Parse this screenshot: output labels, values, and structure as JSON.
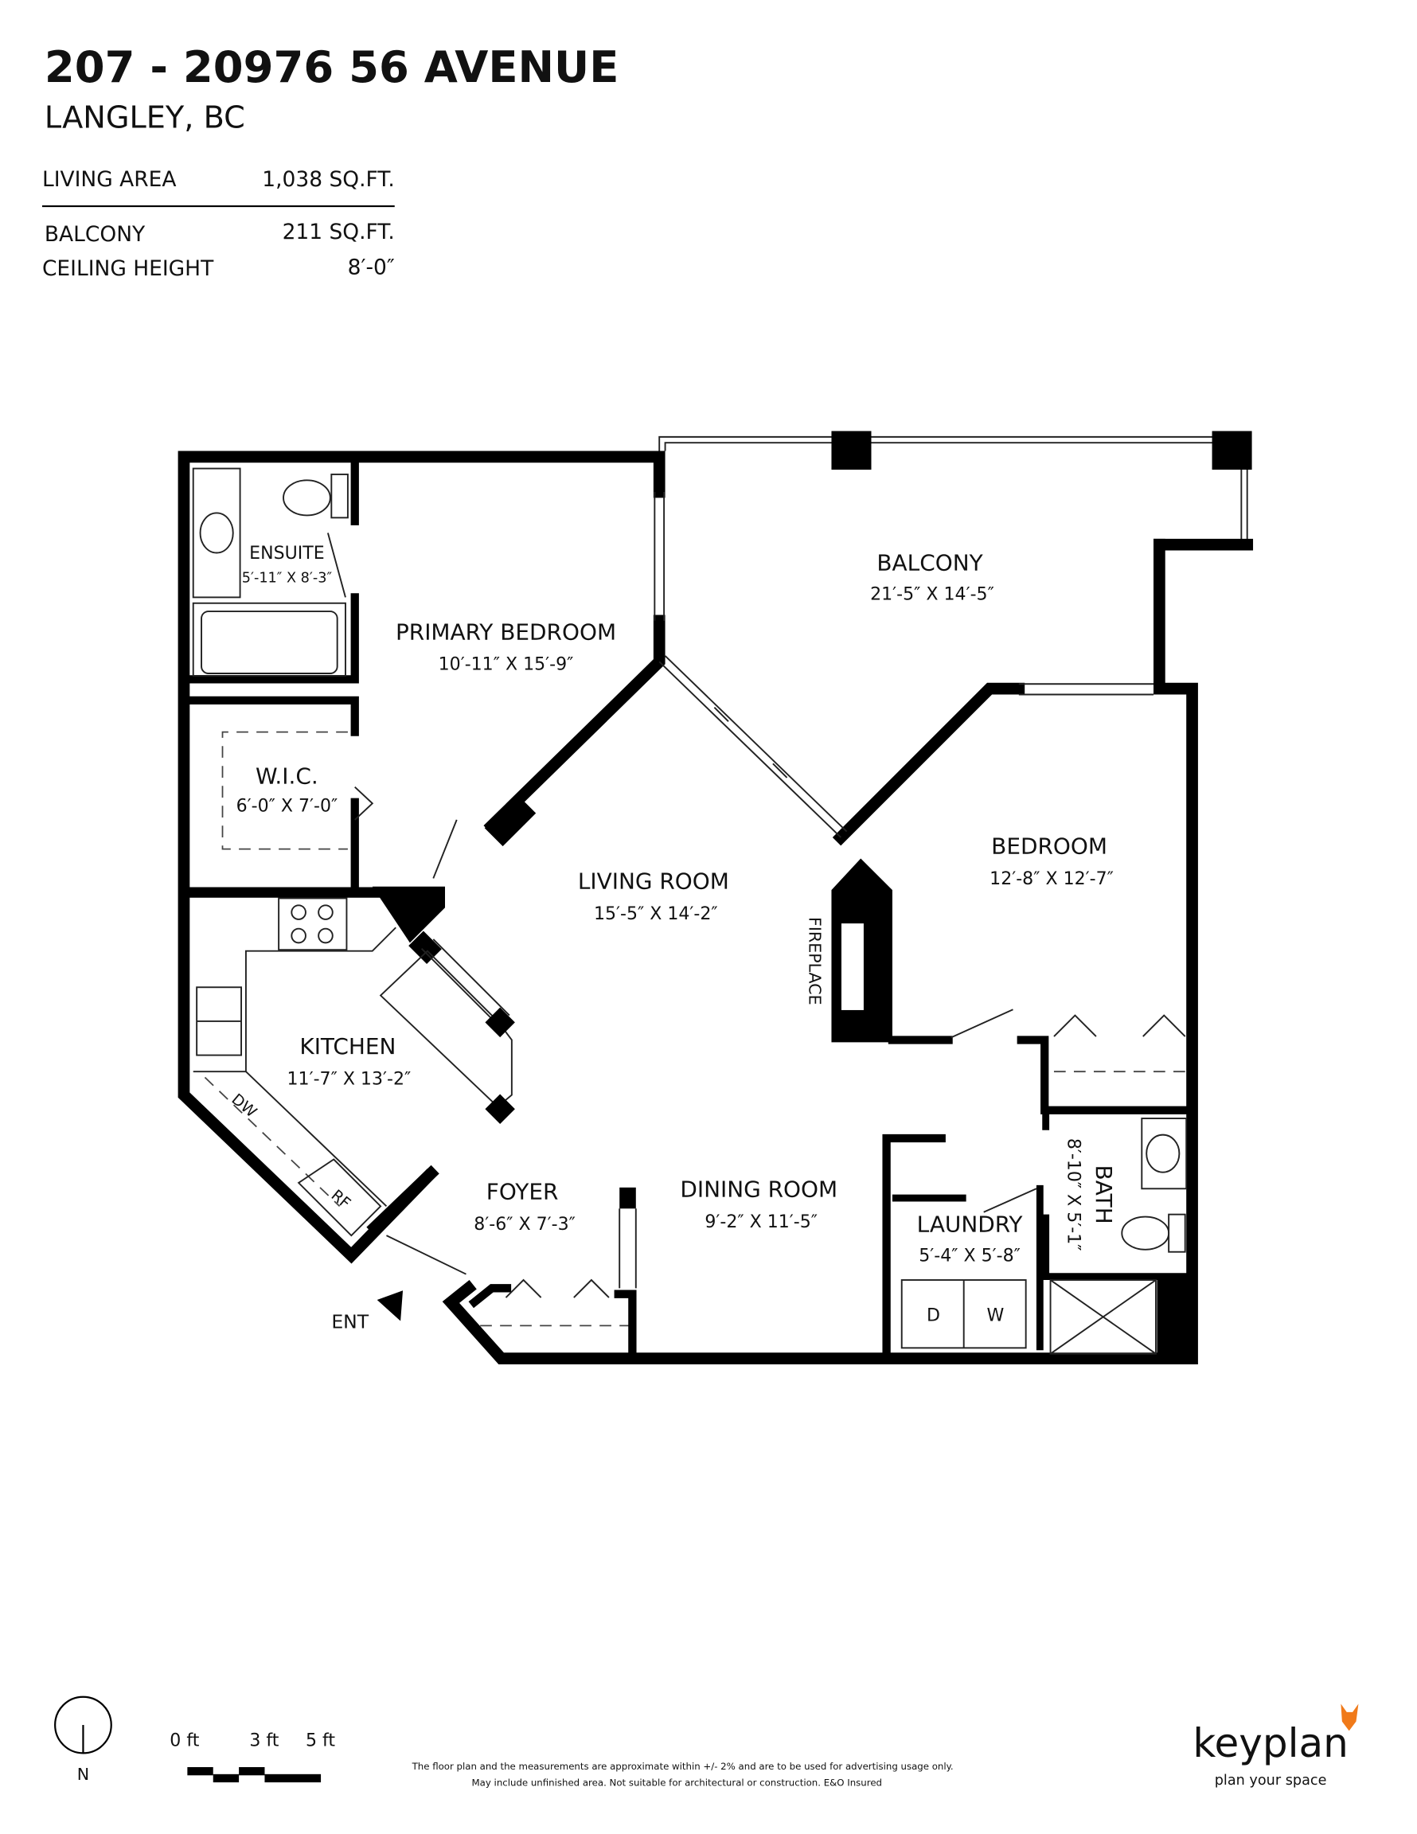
{
  "header": {
    "address": "207 - 20976 56 AVENUE",
    "city": "LANGLEY, BC",
    "living_area_label": "LIVING AREA",
    "living_area_value": "1,038 SQ.FT.",
    "balcony_label": "BALCONY",
    "balcony_value": "211 SQ.FT.",
    "ceiling_label": "CEILING HEIGHT",
    "ceiling_value": "8′-0″"
  },
  "rooms": {
    "ensuite": {
      "name": "ENSUITE",
      "dims": "5′-11″ X 8′-3″"
    },
    "primary": {
      "name": "PRIMARY BEDROOM",
      "dims": "10′-11″  X  15′-9″"
    },
    "balcony": {
      "name": "BALCONY",
      "dims": "21′-5″  X  14′-5″"
    },
    "wic": {
      "name": "W.I.C.",
      "dims": "6′-0″ X 7′-0″"
    },
    "living": {
      "name": "LIVING ROOM",
      "dims": "15′-5″  X  14′-2″"
    },
    "bedroom": {
      "name": "BEDROOM",
      "dims": "12′-8″  X  12′-7″"
    },
    "kitchen": {
      "name": "KITCHEN",
      "dims": "11′-7″  X  13′-2″"
    },
    "foyer": {
      "name": "FOYER",
      "dims": "8′-6″  X  7′-3″"
    },
    "dining": {
      "name": "DINING ROOM",
      "dims": "9′-2″  X  11′-5″"
    },
    "laundry": {
      "name": "LAUNDRY",
      "dims": "5′-4″ X 5′-8″"
    },
    "bath": {
      "name": "BATH",
      "dims": "8′-10″ X 5′-1″"
    }
  },
  "fixtures": {
    "fireplace": "FIREPLACE",
    "dishwasher": "DW",
    "fridge": "RF",
    "dryer": "D",
    "washer": "W",
    "entrance": "ENT"
  },
  "footer": {
    "north": "N",
    "scale_0": "0 ft",
    "scale_3": "3 ft",
    "scale_5": "5 ft",
    "disclaimer_1": "The floor plan and the measurements are approximate within +/- 2% and are to be used for advertising usage only.",
    "disclaimer_2": "May include unfinished area. Not suitable for architectural or construction. E&O Insured",
    "logo": "keyplan",
    "tagline": "plan your space"
  },
  "colors": {
    "ink": "#000000",
    "logo_gray": "#555555",
    "logo_orange": "#f07a1a"
  }
}
